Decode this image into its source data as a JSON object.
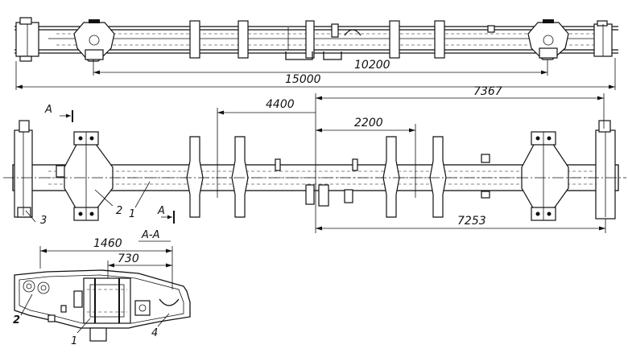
{
  "dimensions": {
    "top_inner": "10200",
    "top_overall": "15000",
    "plan_4400": "4400",
    "plan_7367": "7367",
    "plan_2200": "2200",
    "plan_7253": "7253",
    "section_1460": "1460",
    "section_730": "730"
  },
  "section_marks": {
    "a_left": "A",
    "a_right": "A",
    "section_title": "A-A"
  },
  "callouts": {
    "plan_1": "1",
    "plan_2": "2",
    "plan_3": "3",
    "section_1": "1",
    "section_2": "2",
    "section_4": "4"
  }
}
